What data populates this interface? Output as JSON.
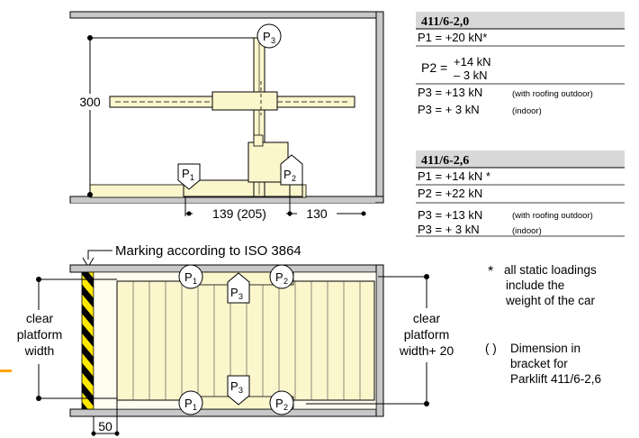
{
  "side_view": {
    "height_label": "300",
    "dim_bottom_left": "139 (205)",
    "dim_bottom_right": "130"
  },
  "plan_view": {
    "marking_label": "Marking according to ISO 3864",
    "left_label": [
      "clear",
      "platform",
      "width"
    ],
    "right_label": [
      "clear",
      "platform",
      "width+ 20"
    ],
    "bottom_dim": "50"
  },
  "points": {
    "p1": "P",
    "p1_sub": "1",
    "p2": "P",
    "p2_sub": "2",
    "p3": "P",
    "p3_sub": "3"
  },
  "tables": [
    {
      "title": "411/6-2,0",
      "p1": "P1 = +20 kN*",
      "p2_prefix": "P2 =",
      "p2_top": "+14 kN",
      "p2_bottom": "– 3 kN",
      "p3_outdoor": "P3 = +13 kN",
      "p3_outdoor_note": "(with roofing outdoor)",
      "p3_indoor": "P3 = + 3 kN",
      "p3_indoor_note": "(indoor)"
    },
    {
      "title": "411/6-2,6",
      "p1": "P1 = +14 kN *",
      "p2": "P2 = +22 kN",
      "p3_outdoor": "P3 = +13 kN",
      "p3_outdoor_note": "(with roofing outdoor)",
      "p3_indoor": "P3 = + 3 kN",
      "p3_indoor_note": "(indoor)"
    }
  ],
  "notes": {
    "star_symbol": "*",
    "star_lines": [
      "all static loadings",
      "include the",
      "weight of the car"
    ],
    "paren_symbol": "( )",
    "paren_lines": [
      "Dimension in",
      "bracket for",
      "Parklift 411/6-2,6"
    ]
  },
  "colors": {
    "platform_fill": "#fbf6cc",
    "wall_fill": "#c8c8c8",
    "table_header_fill": "#d8d8d8",
    "hazard_yellow": "#ffe800",
    "hazard_black": "#000000",
    "accent_orange": "#ffa500"
  }
}
